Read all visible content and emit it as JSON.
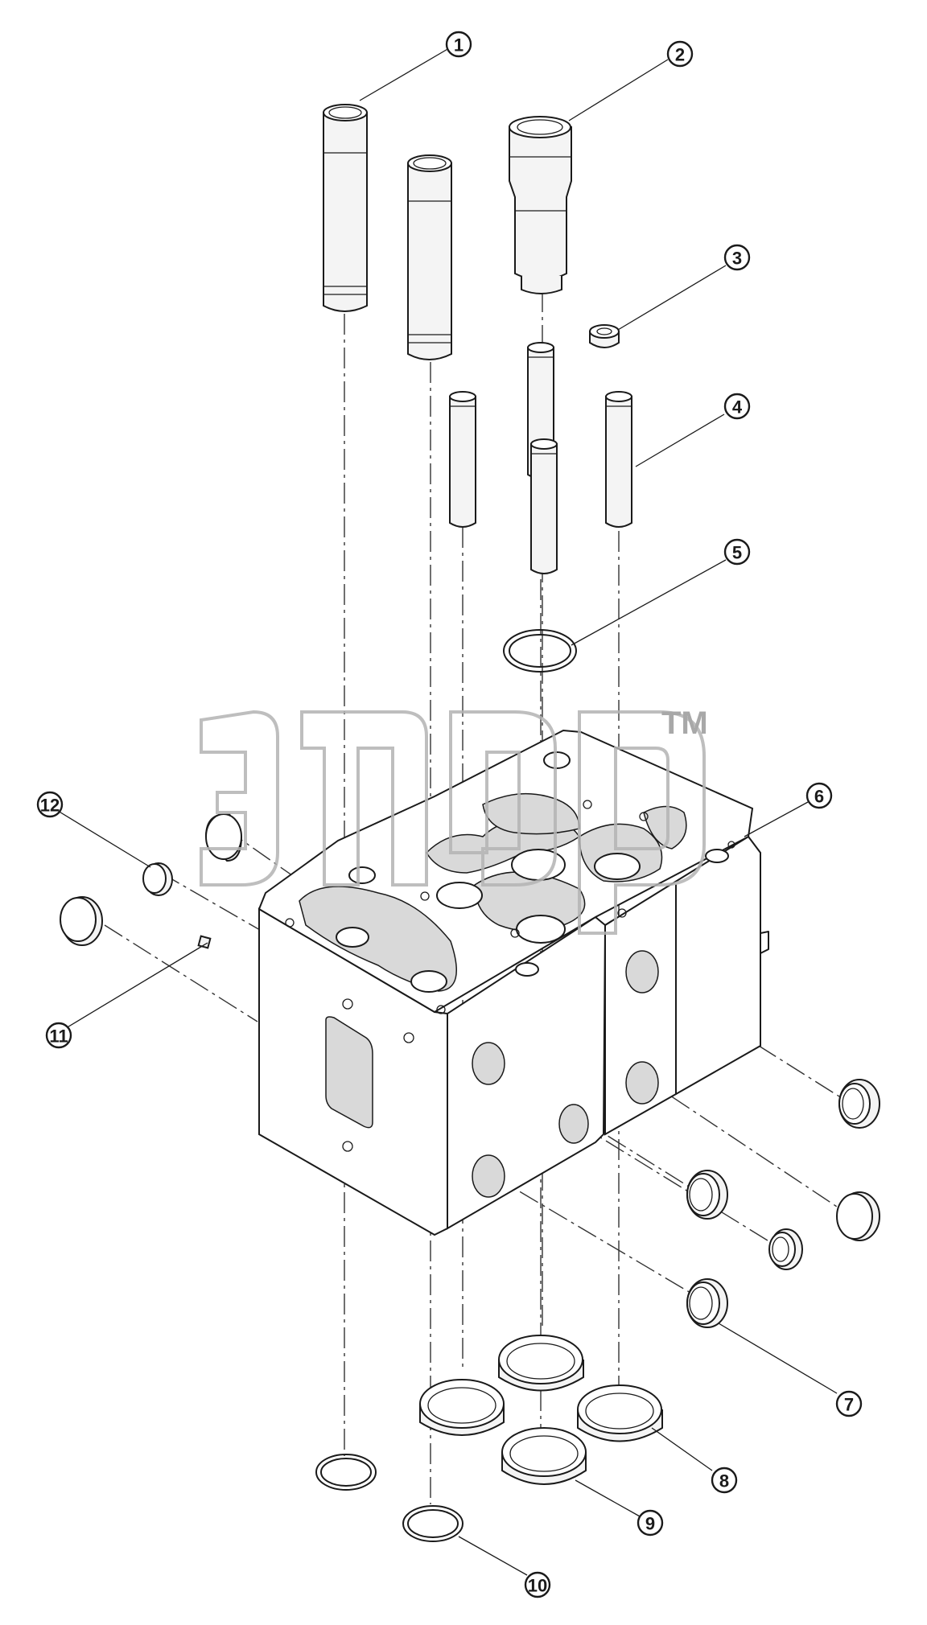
{
  "diagram": {
    "callouts": [
      {
        "id": "callout-1",
        "label": "1"
      },
      {
        "id": "callout-2",
        "label": "2"
      },
      {
        "id": "callout-3",
        "label": "3"
      },
      {
        "id": "callout-4",
        "label": "4"
      },
      {
        "id": "callout-5",
        "label": "5"
      },
      {
        "id": "callout-6",
        "label": "6"
      },
      {
        "id": "callout-7",
        "label": "7"
      },
      {
        "id": "callout-8",
        "label": "8"
      },
      {
        "id": "callout-9",
        "label": "9"
      },
      {
        "id": "callout-10",
        "label": "10"
      },
      {
        "id": "callout-11",
        "label": "11"
      },
      {
        "id": "callout-12",
        "label": "12"
      }
    ],
    "watermark": {
      "trademark": "TM"
    }
  }
}
